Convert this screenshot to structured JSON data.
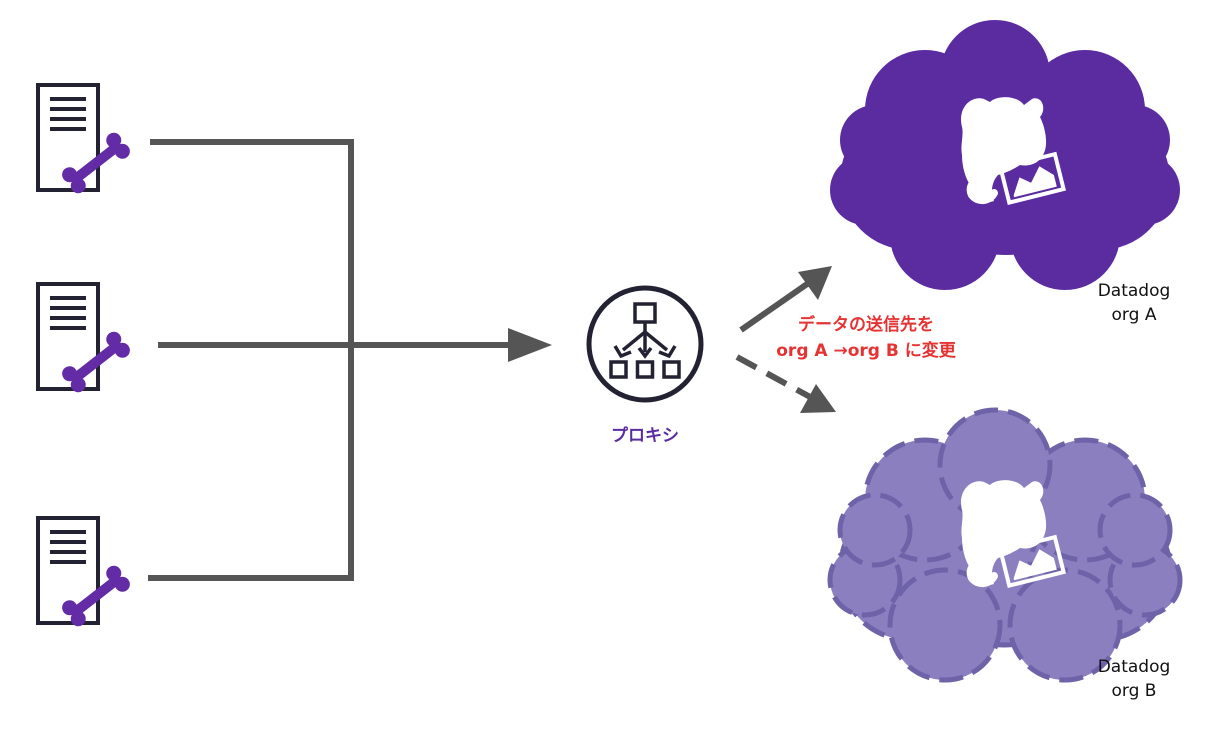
{
  "colors": {
    "line": "#555555",
    "server_outline": "#222233",
    "bone": "#632ca6",
    "cloud_primary": "#5b2ba0",
    "cloud_secondary": "#8c7fc0",
    "proxy_label": "#5b2ba0",
    "note_label": "#e53333",
    "text": "#111111"
  },
  "icons": {
    "server": "server-document-icon",
    "agent": "bone-icon",
    "proxy": "hierarchy-circle-icon",
    "datadog": "datadog-dog-icon"
  },
  "proxy": {
    "label": "プロキシ"
  },
  "note": {
    "line1": "データの送信先を",
    "line2": "org A →org  B に変更"
  },
  "clouds": [
    {
      "line1": "Datadog",
      "line2": "org A"
    },
    {
      "line1": "Datadog",
      "line2": "org B"
    }
  ]
}
